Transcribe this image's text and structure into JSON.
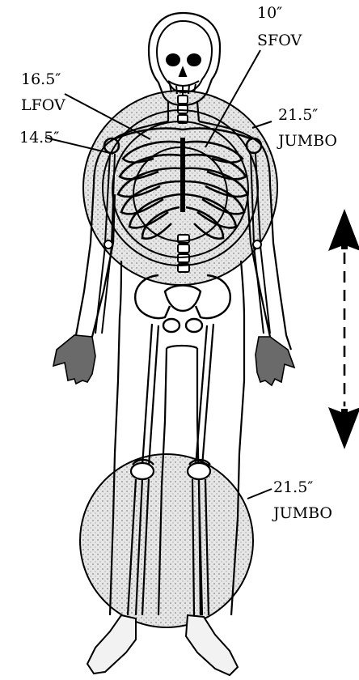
{
  "labels": {
    "sfov": {
      "size": "10″",
      "name": "SFOV"
    },
    "lfov": {
      "size": "16.5″",
      "name": "LFOV"
    },
    "mid": {
      "size": "14.5″"
    },
    "jumbo_upper": {
      "size": "21.5″",
      "name": "JUMBO"
    },
    "jumbo_lower": {
      "size": "21.5″",
      "name": "JUMBO"
    }
  },
  "colors": {
    "ink": "#000000",
    "shade": "#d0d0d0",
    "background": "#ffffff"
  },
  "icons": {
    "motion_arrow": "double-headed-vertical-arrow"
  }
}
